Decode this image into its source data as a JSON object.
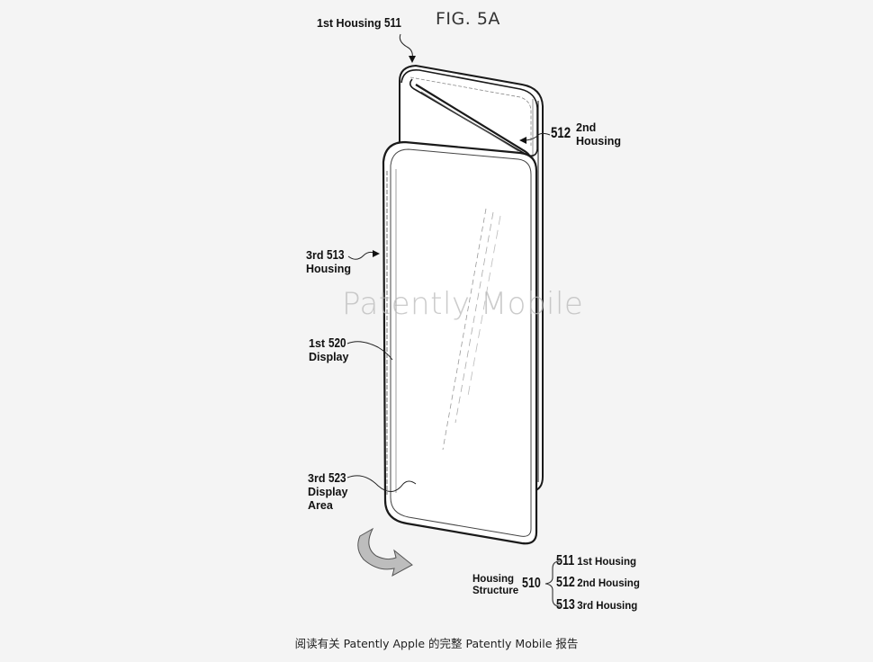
{
  "figure": {
    "title": "FIG. 5A",
    "watermark": "Patently Mobile"
  },
  "callouts": [
    {
      "id": "first-housing",
      "ordinal": "1st Housing",
      "ref": "511"
    },
    {
      "id": "second-housing",
      "ref": "512",
      "ordinal": "2nd",
      "name": "Housing"
    },
    {
      "id": "third-housing",
      "ordinal": "3rd",
      "ref": "513",
      "name": "Housing"
    },
    {
      "id": "first-display",
      "ordinal": "1st",
      "ref": "520",
      "name": "Display"
    },
    {
      "id": "third-display-area",
      "ordinal": "3rd",
      "ref": "523",
      "name_line1": "Display",
      "name_line2": "Area"
    }
  ],
  "legend": {
    "title_line1": "Housing",
    "title_line2": "Structure",
    "ref": "510",
    "items": [
      {
        "ref": "511",
        "label": "1st Housing"
      },
      {
        "ref": "512",
        "label": "2nd Housing"
      },
      {
        "ref": "513",
        "label": "3rd Housing"
      }
    ]
  },
  "footer": {
    "text": "阅读有关 Patently Apple 的完整 Patently Mobile 报告"
  },
  "colors": {
    "background": "#f4f4f4",
    "device_fill": "#ffffff",
    "line": "#1a1a1a",
    "arrow_fill": "#bdbdbd"
  }
}
